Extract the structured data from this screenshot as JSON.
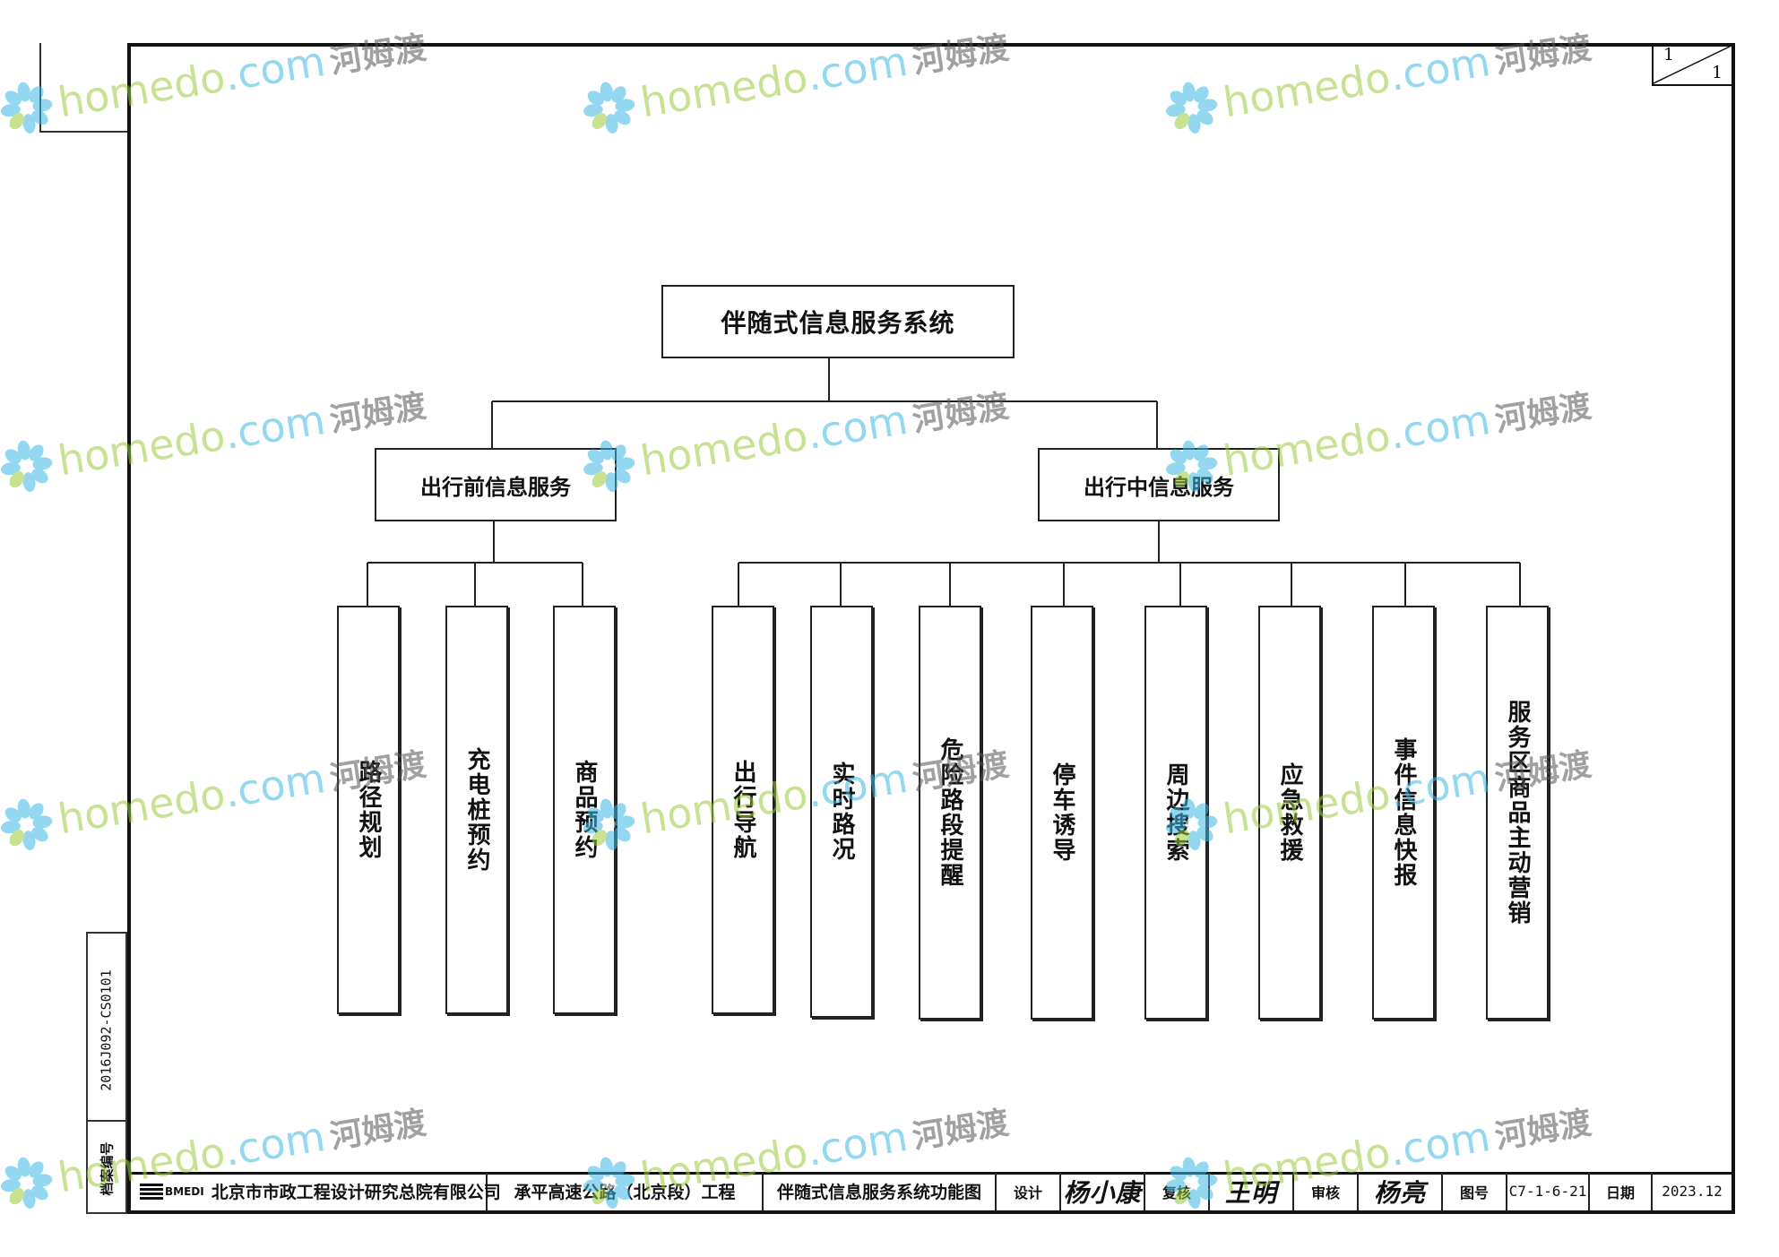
{
  "sheet": {
    "number": "1",
    "total": "1"
  },
  "archive": {
    "code": "2016J092-CS0101",
    "label": "档案编号"
  },
  "diagram": {
    "root": "伴随式信息服务系统",
    "branches": [
      {
        "label": "出行前信息服务",
        "children": [
          "路径规划",
          "充电桩预约",
          "商品预约"
        ]
      },
      {
        "label": "出行中信息服务",
        "children": [
          "出行导航",
          "实时路况",
          "危险路段提醒",
          "停车诱导",
          "周边搜索",
          "应急救援",
          "事件信息快报",
          "服务区商品主动营销"
        ]
      }
    ]
  },
  "title_block": {
    "logo": "BMEDI",
    "company": "北京市市政工程设计研究总院有限公司",
    "project": "承平高速公路（北京段）工程",
    "drawing_title": "伴随式信息服务系统功能图",
    "design_label": "设计",
    "design_signature": "杨小康",
    "review_label": "复核",
    "review_signature": "王明",
    "approve_label": "审核",
    "approve_signature": "杨亮",
    "drawing_no_label": "图号",
    "drawing_no": "C7-1-6-21",
    "date_label": "日期",
    "date": "2023.12"
  },
  "watermark": {
    "site": "homedo",
    "domain": ".com",
    "brand": "河姆渡"
  }
}
